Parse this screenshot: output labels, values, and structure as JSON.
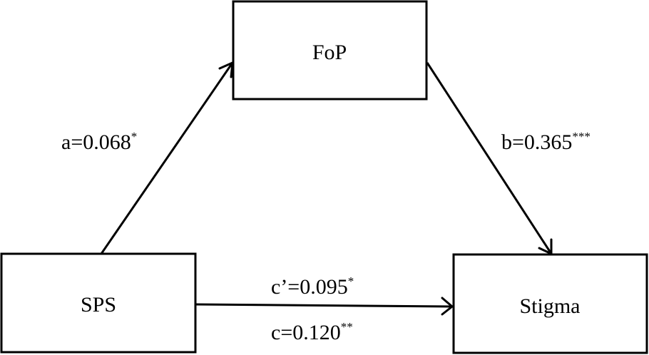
{
  "diagram": {
    "type": "mediation-model",
    "colors": {
      "stroke": "#000000",
      "background": "#ffffff",
      "text": "#000000"
    },
    "nodes": {
      "fop": {
        "label": "FoP"
      },
      "sps": {
        "label": "SPS"
      },
      "stigma": {
        "label": "Stigma"
      }
    },
    "edges": {
      "a": {
        "from": "SPS",
        "to": "FoP",
        "label": "a=0.068",
        "sig": "*"
      },
      "b": {
        "from": "FoP",
        "to": "Stigma",
        "label": "b=0.365",
        "sig": "***"
      },
      "c_prime": {
        "from": "SPS",
        "to": "Stigma",
        "label": "c’=0.095",
        "sig": "*"
      },
      "c": {
        "from": "SPS",
        "to": "Stigma",
        "label": "c=0.120",
        "sig": "**"
      }
    }
  }
}
